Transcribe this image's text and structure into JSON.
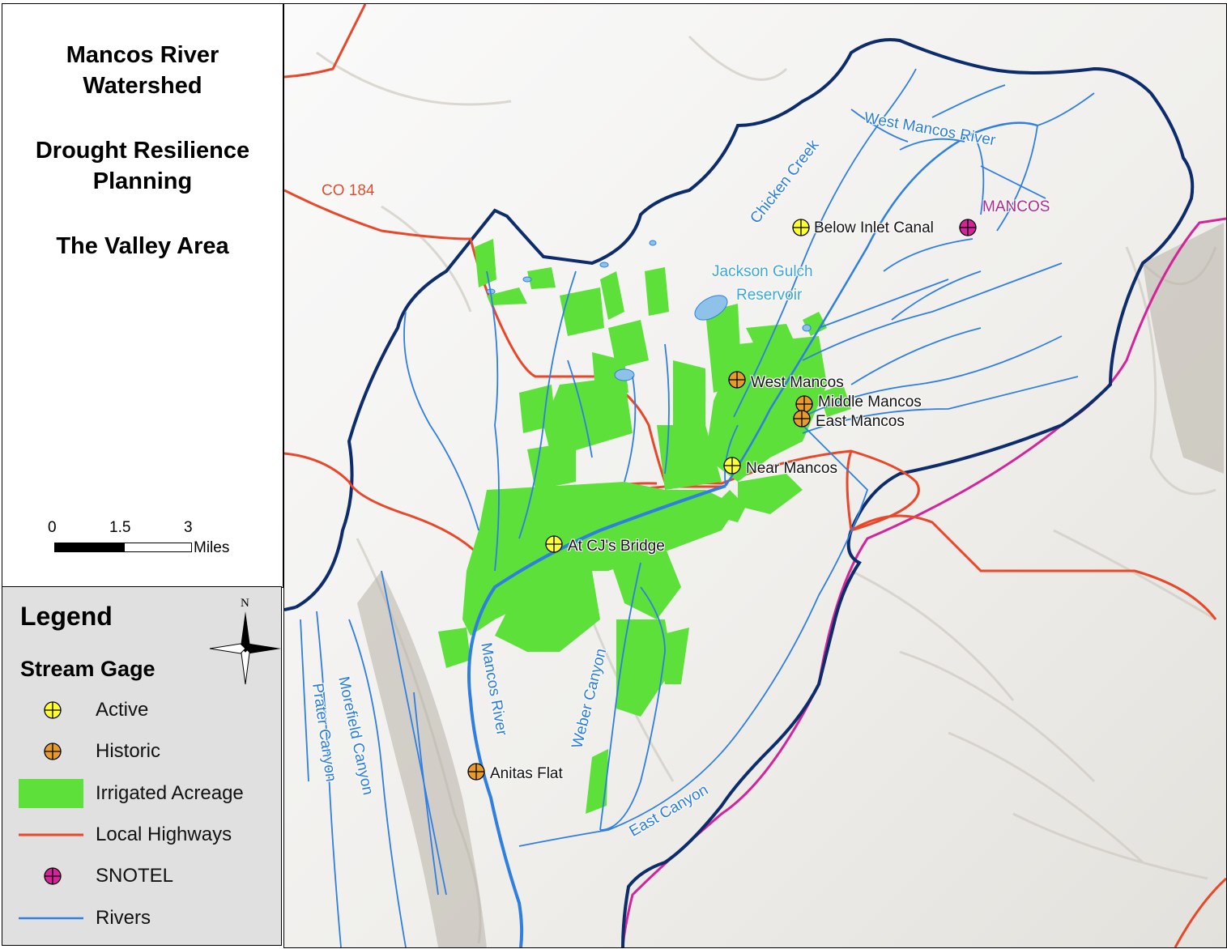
{
  "title": {
    "line1": "Mancos River",
    "line2": "Watershed",
    "line3": "Drought Resilience",
    "line4": "Planning",
    "line5": "The Valley Area"
  },
  "scale_bar": {
    "tick0": "0",
    "tick1": "1.5",
    "tick2": "3",
    "unit": "Miles"
  },
  "legend": {
    "title": "Legend",
    "subtitle": "Stream Gage",
    "items": [
      {
        "label": "Active",
        "color": "#ffff33"
      },
      {
        "label": "Historic",
        "color": "#e69b2a"
      },
      {
        "label": "Irrigated Acreage",
        "color": "#5de03a"
      },
      {
        "label": "Local Highways",
        "color": "#e8472a"
      },
      {
        "label": "SNOTEL",
        "color": "#d4249a"
      },
      {
        "label": "Rivers",
        "color": "#2f7fe0"
      }
    ],
    "north_label": "N"
  },
  "map": {
    "highway_label": "CO 184",
    "gages": {
      "below_inlet_canal": "Below Inlet Canal",
      "west_mancos": "West Mancos",
      "middle_mancos": "Middle Mancos",
      "east_mancos": "East Mancos",
      "near_mancos": "Near Mancos",
      "cj_bridge": "At CJ's Bridge",
      "anitas_flat": "Anitas Flat"
    },
    "snotel": "MANCOS",
    "reservoir_line1": "Jackson Gulch",
    "reservoir_line2": "Reservoir",
    "rivers": {
      "west_mancos_river": "West Mancos River",
      "chicken_creek": "Chicken Creek",
      "mancos_river": "Mancos River",
      "weber_canyon": "Weber Canyon",
      "east_canyon": "East Canyon",
      "morefield_canyon": "Morefield Canyon",
      "prater_canyon": "Prater Canyon"
    }
  }
}
